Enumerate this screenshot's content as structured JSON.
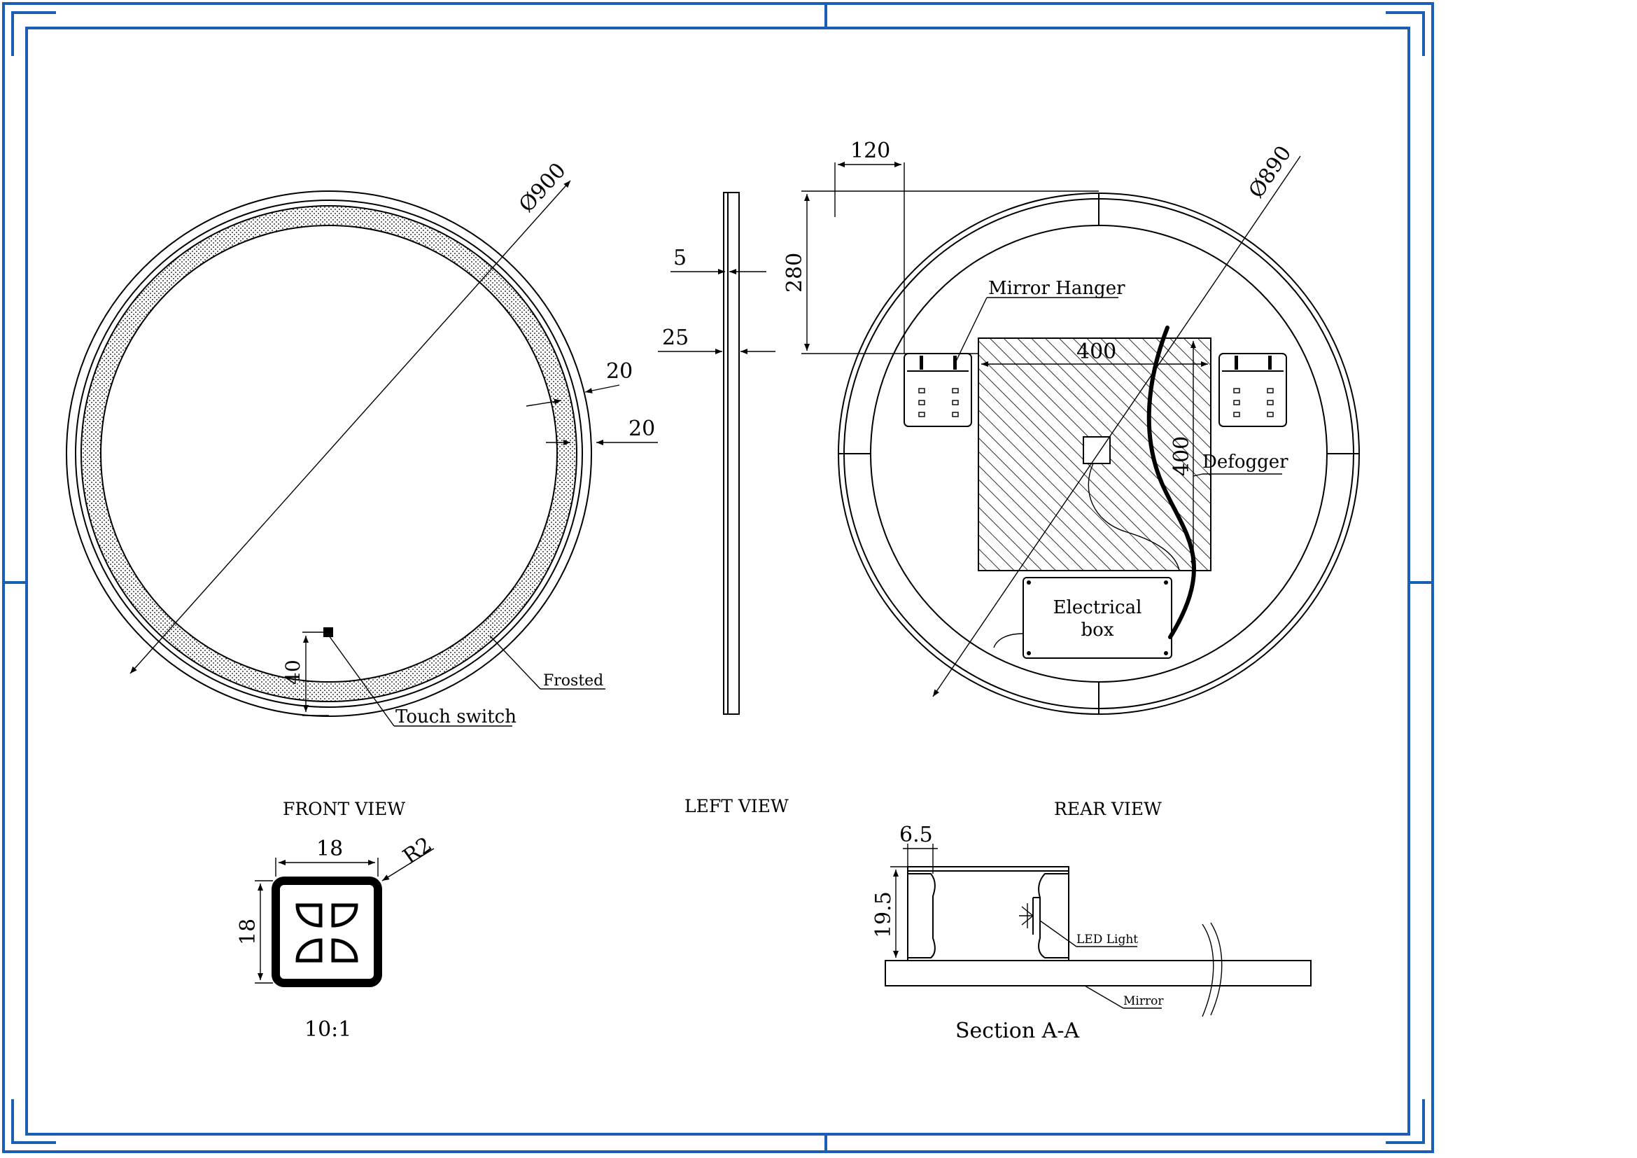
{
  "colors": {
    "frame": "#1a5fb4",
    "line": "#000000",
    "background": "#ffffff"
  },
  "front": {
    "diameter": "Ø900",
    "dim_20a": "20",
    "dim_20b": "20",
    "dim_40": "40",
    "frosted": "Frosted",
    "touch_switch": "Touch switch",
    "caption": "FRONT VIEW"
  },
  "left": {
    "dim_5": "5",
    "dim_25": "25",
    "caption": "LEFT VIEW"
  },
  "rear": {
    "diameter": "Ø890",
    "dim_120": "120",
    "dim_280": "280",
    "dim_400h": "400",
    "dim_400v": "400",
    "mirror_hanger": "Mirror Hanger",
    "defogger": "Defogger",
    "electrical_line1": "Electrical",
    "electrical_line2": "box",
    "caption": "REAR VIEW"
  },
  "detail": {
    "dim_18w": "18",
    "dim_18h": "18",
    "radius": "R2",
    "scale": "10:1"
  },
  "section": {
    "dim_6_5": "6.5",
    "dim_19_5": "19.5",
    "led_light": "LED Light",
    "mirror": "Mirror",
    "caption": "Section A-A"
  }
}
